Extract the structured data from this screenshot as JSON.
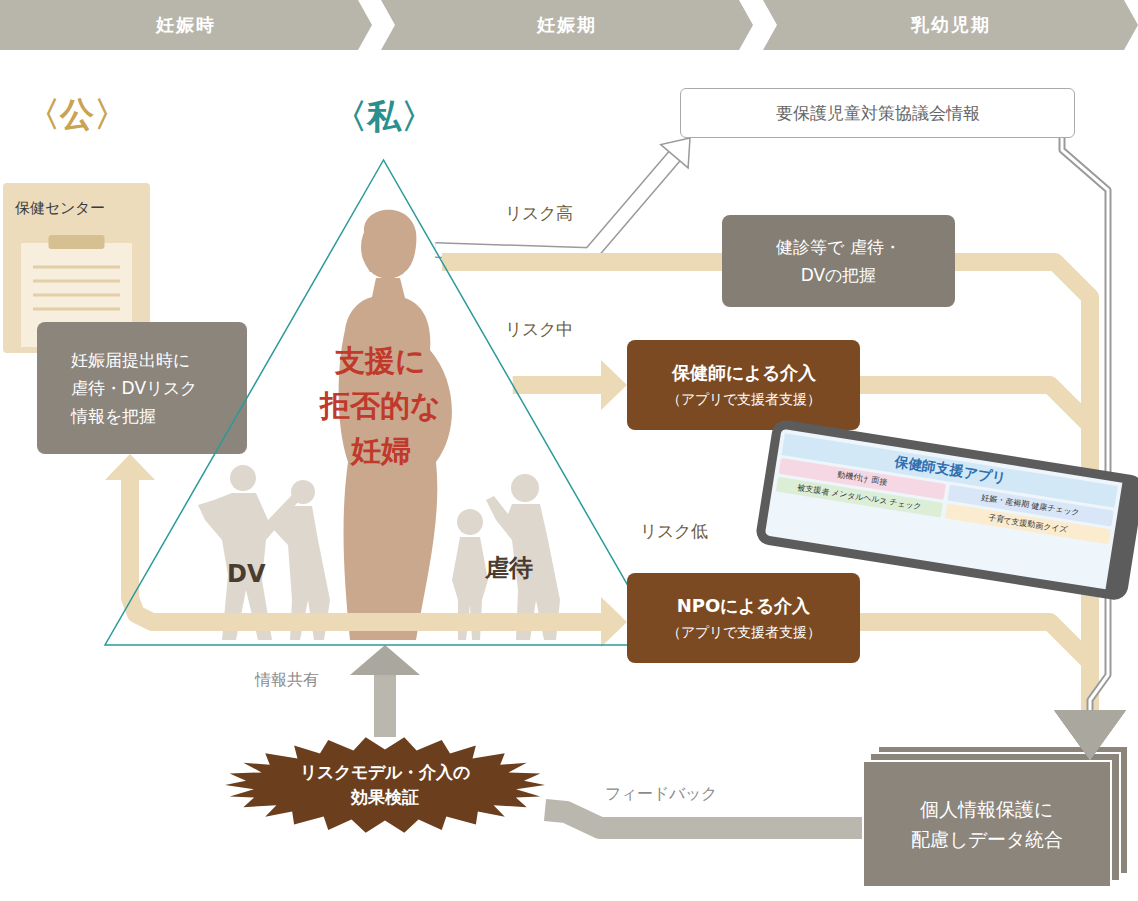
{
  "diagram": {
    "nodes": [
      {
        "text": [
          "妊娠時"
        ]
      },
      {
        "text": [
          "妊娠期"
        ]
      },
      {
        "text": [
          "乳幼児期"
        ]
      },
      {
        "text": [
          "保健センター"
        ]
      },
      {
        "text": [
          "妊娠届提出時に 虐待・DVリスク 情報を把握"
        ]
      },
      {
        "text": [
          "〈私〉",
          "支援に 拒否的な 妊婦",
          "DV",
          "虐待"
        ]
      },
      {
        "text": [
          "要保護児童対策協議会情報"
        ]
      },
      {
        "text": [
          "健診等で 虐待・DVの把握"
        ]
      },
      {
        "text": [
          "保健師による介入",
          "（アプリで支援者支援）"
        ]
      },
      {
        "text": [
          "保健師支援アプリ",
          "動機付け 面接",
          "妊娠・産褥期 健康チェック",
          "被支援者 メンタルヘルス チェック",
          "子育て支援動画クイズ"
        ]
      },
      {
        "text": [
          "NPOによる介入",
          "（アプリで支援者支援）"
        ]
      },
      {
        "text": [
          "リスクモデル・介入の 効果検証"
        ]
      },
      {
        "text": [
          "個人情報保護に 配慮しデータ統合"
        ]
      }
    ],
    "edges": [
      {
        "from": 5,
        "to": 6,
        "arrow": "to"
      },
      {
        "from": 5,
        "to": 7,
        "label": "リスク高",
        "arrow": "none"
      },
      {
        "from": 5,
        "to": 8,
        "label": "リスク中",
        "arrow": "to"
      },
      {
        "from": 4,
        "to": 10,
        "label": "リスク低",
        "arrow": "both"
      },
      {
        "from": 7,
        "to": 12,
        "arrow": "to"
      },
      {
        "from": 8,
        "to": 12,
        "arrow": "to"
      },
      {
        "from": 10,
        "to": 12,
        "arrow": "to"
      },
      {
        "from": 6,
        "to": 12,
        "arrow": "to"
      },
      {
        "from": 12,
        "to": 11,
        "label": "フィードバック",
        "arrow": "none"
      },
      {
        "from": 11,
        "to": 5,
        "label": "情報共有",
        "arrow": "to"
      }
    ],
    "labels": [
      "〈公〉"
    ]
  }
}
